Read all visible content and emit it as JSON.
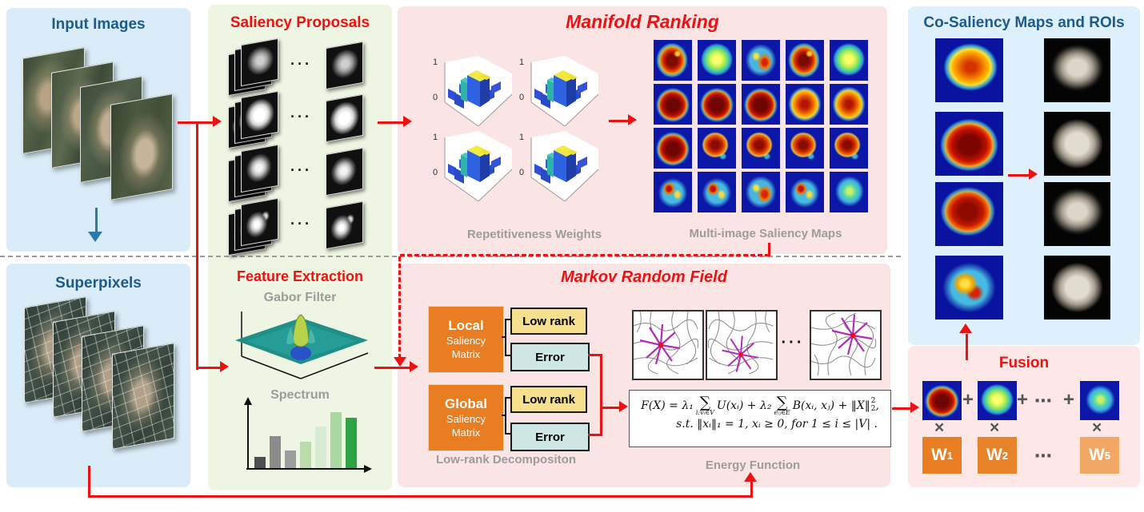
{
  "figure": {
    "input": {
      "title": "Input Images"
    },
    "superpixels": {
      "title": "Superpixels"
    },
    "proposals": {
      "title": "Saliency Proposals",
      "dots": "···"
    },
    "feature": {
      "title": "Feature Extraction",
      "gabor_label": "Gabor Filter",
      "spectrum_label": "Spectrum",
      "spectrum": {
        "type": "bar",
        "values": [
          14,
          40,
          22,
          33,
          52,
          70,
          63
        ],
        "colors": [
          "#4f4f4f",
          "#8b8b8b",
          "#9d9d9d",
          "#badcab",
          "#d8ecd2",
          "#a9d8a1",
          "#2da344"
        ]
      }
    },
    "manifold": {
      "title": "Manifold Ranking",
      "weights_label": "Repetitiveness Weights",
      "maps_label": "Multi-image Saliency Maps",
      "axis_top": "1",
      "axis_bottom": "0",
      "grid": {
        "rows": 4,
        "cols": 5,
        "cell_variants": [
          "red",
          "yelg",
          "mix",
          "red",
          "yelg",
          "dred",
          "dred",
          "dred",
          "org",
          "org",
          "dred",
          "redc",
          "redc",
          "redc",
          "redc",
          "scat",
          "scat",
          "mix",
          "scat",
          "cool"
        ]
      }
    },
    "mrf": {
      "title": "Markov Random Field",
      "local_box": {
        "line1": "Local",
        "line2": "Saliency",
        "line3": "Matrix"
      },
      "global_box": {
        "line1": "Global",
        "line2": "Saliency",
        "line3": "Matrix"
      },
      "low_rank_label": "Low rank",
      "error_label": "Error",
      "decomposition_label": "Low-rank Decompositon",
      "energy_label": "Energy Function",
      "graph_dots": "···",
      "formula": {
        "p1": "F(X) = λ₁",
        "sum": "∑",
        "sum1_sub": "i:vᵢ∈V",
        "p2": "U(xᵢ) + λ₂",
        "sum2_sub": "eᵢⱼ∈E",
        "p3": "B(xᵢ, xⱼ) + ‖X‖",
        "sup": "2",
        "sub": "2",
        "tail": ",",
        "line2": "s.t. ‖xᵢ‖₁ = 1, xᵢ ≥ 0, for 1 ≤ i ≤ |V| ."
      }
    },
    "cosaliency": {
      "title": "Co-Saliency Maps and ROIs"
    },
    "fusion": {
      "title": "Fusion",
      "plus": "+",
      "times": "×",
      "hdots": "⋯",
      "w1": {
        "base": "W",
        "sub": "1"
      },
      "w2": {
        "base": "W",
        "sub": "2"
      },
      "w5": {
        "base": "W",
        "sub": "5"
      }
    },
    "colors": {
      "panel_blue": "#d9ecf8",
      "panel_green": "#eef5e2",
      "panel_pink": "#fbe5e4",
      "panel_blue_right": "#def0fb",
      "panel_pink_fusion": "#fde8e7",
      "title_blue": "#1e5b8d",
      "title_red": "#ee1111",
      "label_gray": "#9c9c9c",
      "arrow_red": "#ee1111",
      "arrow_blue": "#2a7ba6",
      "box_orange": "#e87d21",
      "box_orange_light": "#f2a765",
      "box_yellow": "#f6e08e",
      "box_teal": "#cfe7e4"
    }
  }
}
